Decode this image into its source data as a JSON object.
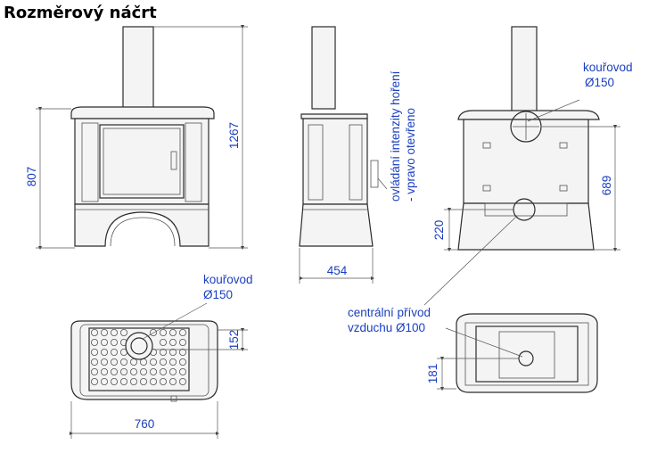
{
  "title": "Rozměrový náčrt",
  "front_view": {
    "height_total": "1267",
    "height_body": "807"
  },
  "side_view": {
    "width": "454",
    "control_note_line1": "ovládání intenzity hoření",
    "control_note_line2": "- vpravo otevřeno"
  },
  "back_view": {
    "flue_label": "kouřovod",
    "flue_diameter": "Ø150",
    "flue_height": "689",
    "air_height": "220"
  },
  "top_view": {
    "flue_label": "kouřovod",
    "flue_diameter": "Ø150",
    "flue_offset": "152",
    "width": "760"
  },
  "bottom_view": {
    "air_label_line1": "centrální přívod",
    "air_label_line2": "vzduchu Ø100",
    "air_offset": "181"
  },
  "colors": {
    "label": "#1a3fbf",
    "line": "#2b2b2b"
  }
}
